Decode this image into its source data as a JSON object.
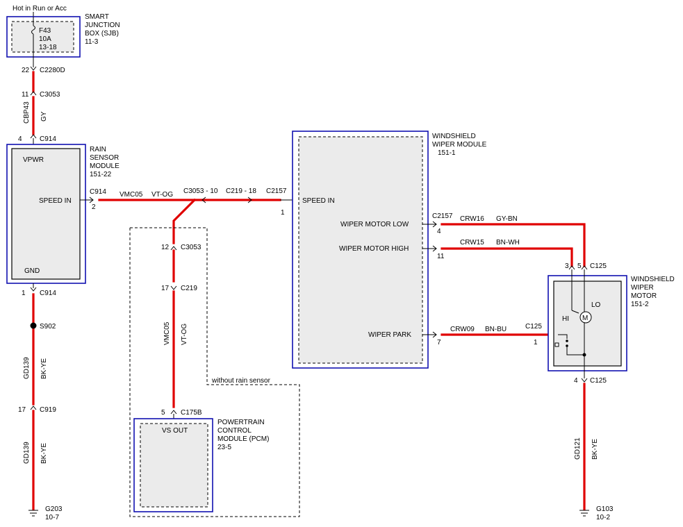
{
  "header": {
    "power_label": "Hot in Run or Acc"
  },
  "sjb": {
    "name": [
      "SMART",
      "JUNCTION",
      "BOX (SJB)",
      "11-3"
    ],
    "fuse": [
      "F43",
      "10A",
      "13-18"
    ]
  },
  "connectors": {
    "c2280d": {
      "pin": "22",
      "name": "C2280D"
    },
    "c3053_top": {
      "pin": "11",
      "name": "C3053"
    },
    "c914_top": {
      "pin": "4",
      "name": "C914"
    },
    "c914_speed": {
      "pin": "2",
      "name": "C914"
    },
    "c914_bottom": {
      "pin": "1",
      "name": "C914"
    },
    "c919": {
      "pin": "17",
      "name": "C919"
    },
    "c3053_splice": {
      "name": "C3053 - 10"
    },
    "c219_splice": {
      "name": "C219 - 18"
    },
    "c2157_speed": {
      "pin": "1",
      "name": "C2157"
    },
    "c3053_mid": {
      "pin": "12",
      "name": "C3053"
    },
    "c219_mid": {
      "pin": "17",
      "name": "C219"
    },
    "c175b": {
      "pin": "5",
      "name": "C175B"
    },
    "c2157_low": {
      "pin": "4",
      "name": "C2157"
    },
    "c2157_high": {
      "pin": "11"
    },
    "c2157_park": {
      "pin": "7"
    },
    "c125_park": {
      "pin": "1",
      "name": "C125"
    },
    "c125_hi": {
      "pin": "3"
    },
    "c125_low": {
      "pin": "5",
      "name": "C125"
    },
    "c125_bottom": {
      "pin": "4",
      "name": "C125"
    }
  },
  "wires": {
    "cbp43": {
      "circuit": "CBP43",
      "color": "GY"
    },
    "speed_rain": {
      "circuit": "VMC05",
      "color": "VT-OG"
    },
    "speed_pcm": {
      "circuit": "VMC05",
      "color": "VT-OG"
    },
    "gd139_upper": {
      "circuit": "GD139",
      "color": "BK-YE"
    },
    "gd139_lower": {
      "circuit": "GD139",
      "color": "BK-YE"
    },
    "crw16": {
      "circuit": "CRW16",
      "color": "GY-BN"
    },
    "crw15": {
      "circuit": "CRW15",
      "color": "BN-WH"
    },
    "crw09": {
      "circuit": "CRW09",
      "color": "BN-BU"
    },
    "gd121": {
      "circuit": "GD121",
      "color": "BK-YE"
    }
  },
  "rain_sensor": {
    "name": [
      "RAIN",
      "SENSOR",
      "MODULE",
      "151-22"
    ],
    "pins": {
      "vpwr": "VPWR",
      "speed_in": "SPEED IN",
      "gnd": "GND"
    }
  },
  "splice": {
    "name": "S902"
  },
  "grounds": {
    "g203": {
      "name": "G203",
      "ref": "10-7"
    },
    "g103": {
      "name": "G103",
      "ref": "10-2"
    }
  },
  "pcm": {
    "name": [
      "POWERTRAIN",
      "CONTROL",
      "MODULE (PCM)",
      "23-5"
    ],
    "pin_label": "VS OUT",
    "option_label": "without rain sensor"
  },
  "wiper_module": {
    "name": [
      "WINDSHIELD",
      "WIPER MODULE",
      "151-1"
    ],
    "pins": {
      "speed_in": "SPEED IN",
      "motor_low": "WIPER MOTOR LOW",
      "motor_high": "WIPER MOTOR HIGH",
      "park": "WIPER PARK"
    }
  },
  "wiper_motor": {
    "name": [
      "WINDSHIELD",
      "WIPER",
      "MOTOR",
      "151-2"
    ],
    "lo": "LO",
    "hi": "HI",
    "motor_symbol": "M"
  },
  "colors": {
    "wire": "#e00000",
    "module_border": "#1010b0",
    "module_fill": "#ebebeb"
  }
}
